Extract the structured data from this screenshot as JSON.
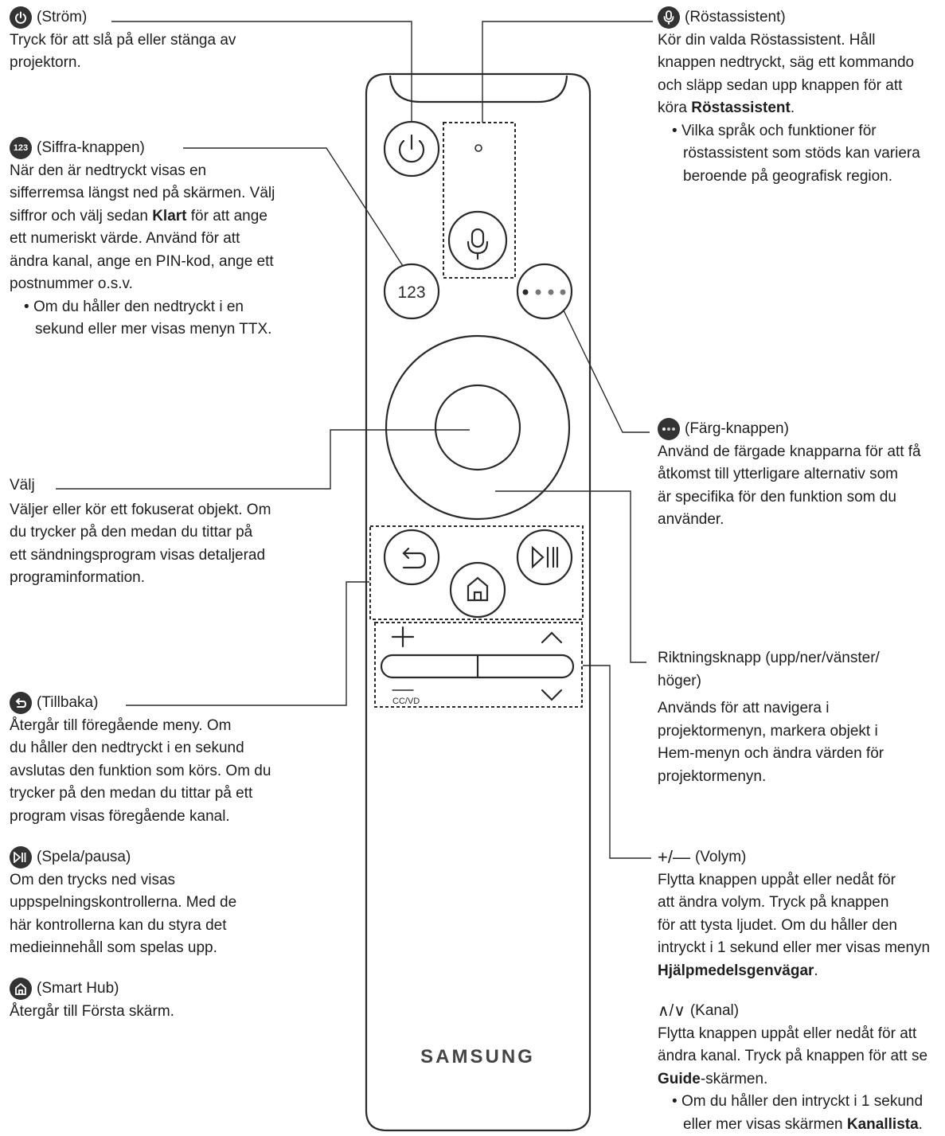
{
  "left": {
    "strom": {
      "icon": "power-icon",
      "title": "(Ström)",
      "lines": [
        "Tryck för att slå på eller stänga av",
        "projektorn."
      ]
    },
    "siffra": {
      "icon": "123-icon",
      "icon_text": "123",
      "title": "(Siffra-knappen)",
      "lines": [
        "När den är nedtryckt visas en",
        "sifferremsa längst ned på skärmen. Välj"
      ],
      "line3_pre": "siffror och välj sedan ",
      "line3_bold": "Klart",
      "line3_post": " för att ange",
      "lines2": [
        "ett numeriskt värde. Använd för att",
        "ändra kanal, ange en PIN-kod, ange ett",
        "postnummer o.s.v."
      ],
      "bullet": [
        "Om du håller den nedtryckt i en",
        "sekund eller mer visas menyn TTX."
      ]
    },
    "valj": {
      "title": "Välj",
      "lines": [
        "Väljer eller kör ett fokuserat objekt. Om",
        "du trycker på den medan du tittar på",
        "ett sändningsprogram visas detaljerad",
        "programinformation."
      ]
    },
    "tillbaka": {
      "icon": "back-icon",
      "title": "(Tillbaka)",
      "lines": [
        "Återgår till föregående meny. Om",
        "du håller den nedtryckt i en sekund",
        "avslutas den funktion som körs. Om du",
        "trycker på den medan du tittar på ett",
        "program visas föregående kanal."
      ]
    },
    "spela": {
      "icon": "play-pause-icon",
      "title": "(Spela/pausa)",
      "lines": [
        "Om den trycks ned visas",
        "uppspelningskontrollerna. Med de",
        "här kontrollerna kan du styra det",
        "medieinnehåll som spelas upp."
      ]
    },
    "hub": {
      "icon": "home-icon",
      "title": "(Smart Hub)",
      "lines": [
        "Återgår till Första skärm."
      ]
    }
  },
  "right": {
    "rost": {
      "icon": "microphone-icon",
      "title": "(Röstassistent)",
      "lines": [
        "Kör din valda Röstassistent. Håll",
        "knappen nedtryckt, säg ett kommando",
        "och släpp sedan upp knappen för att"
      ],
      "line4_pre": "köra ",
      "line4_bold": "Röstassistent",
      "line4_post": ".",
      "bullet": [
        "Vilka språk och funktioner för",
        "röstassistent som stöds kan variera",
        "beroende på geografisk region."
      ]
    },
    "farg": {
      "icon": "color-dots-icon",
      "title": "(Färg-knappen)",
      "lines": [
        "Använd de färgade knapparna för att få",
        "åtkomst till ytterligare alternativ som",
        "är specifika för den funktion som du",
        "använder."
      ]
    },
    "rikt": {
      "title_lines": [
        "Riktningsknapp (upp/ner/vänster/",
        "höger)"
      ],
      "lines": [
        "Används för att navigera i",
        "projektormenyn, markera objekt i",
        "Hem-menyn och ändra värden för",
        "projektormenyn."
      ]
    },
    "volym": {
      "symbol": "+/—",
      "title": "(Volym)",
      "lines": [
        "Flytta knappen uppåt eller nedåt för",
        "att ändra volym. Tryck på knappen",
        "för att tysta ljudet. Om du håller den",
        "intryckt i 1 sekund eller mer visas menyn"
      ],
      "bold_line": "Hjälpmedelsgenvägar",
      "bold_line_post": "."
    },
    "kanal": {
      "symbol": "∧/∨",
      "title": "(Kanal)",
      "lines": [
        "Flytta knappen uppåt eller nedåt för att",
        "ändra kanal. Tryck på knappen för att se"
      ],
      "line3_bold": "Guide",
      "line3_post": "-skärmen.",
      "bullet_pre": "Om du håller den intryckt i 1 sekund",
      "bullet2_pre": "eller mer visas skärmen ",
      "bullet2_bold": "Kanallista",
      "bullet2_post": "."
    }
  },
  "remote": {
    "brand": "SAMSUNG",
    "number_button": "123",
    "cc_label": "CC/VD",
    "plus_label": "+"
  }
}
